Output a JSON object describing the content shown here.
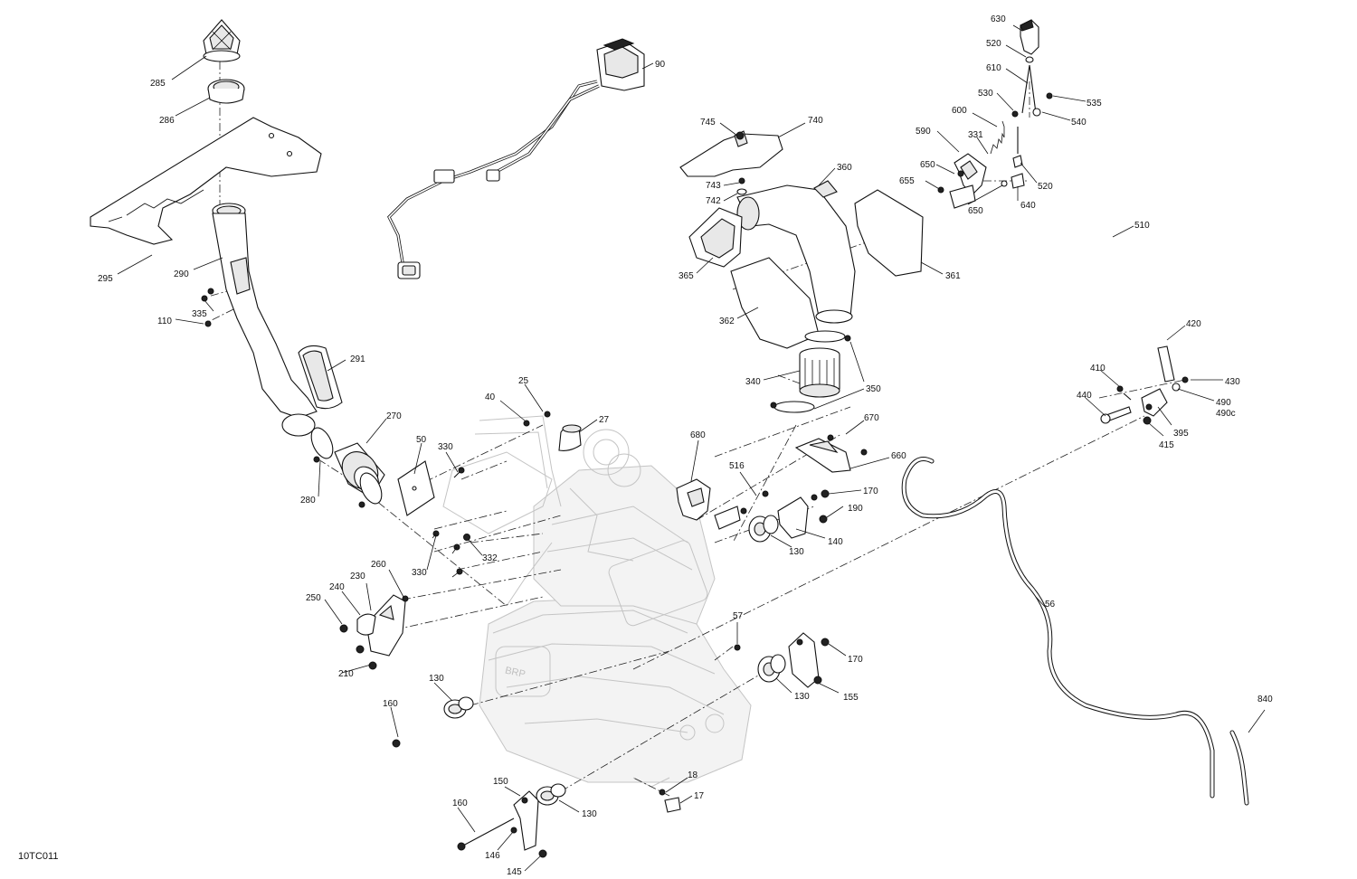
{
  "diagram": {
    "reference": "10TC011",
    "labels": [
      "285",
      "286",
      "295",
      "290",
      "335",
      "110",
      "291",
      "270",
      "280",
      "50",
      "330",
      "332",
      "330",
      "260",
      "230",
      "240",
      "250",
      "210",
      "130",
      "160",
      "150",
      "160",
      "146",
      "145",
      "130",
      "18",
      "17",
      "57",
      "130",
      "155",
      "170",
      "130",
      "140",
      "170",
      "190",
      "516",
      "680",
      "670",
      "660",
      "25",
      "40",
      "27",
      "90",
      "745",
      "740",
      "743",
      "742",
      "360",
      "365",
      "362",
      "361",
      "340",
      "350",
      "630",
      "520",
      "610",
      "530",
      "535",
      "540",
      "600",
      "331",
      "590",
      "650",
      "655",
      "650",
      "640",
      "520",
      "510",
      "420",
      "410",
      "440",
      "430",
      "490",
      "490c",
      "415",
      "395",
      "56",
      "840"
    ]
  }
}
